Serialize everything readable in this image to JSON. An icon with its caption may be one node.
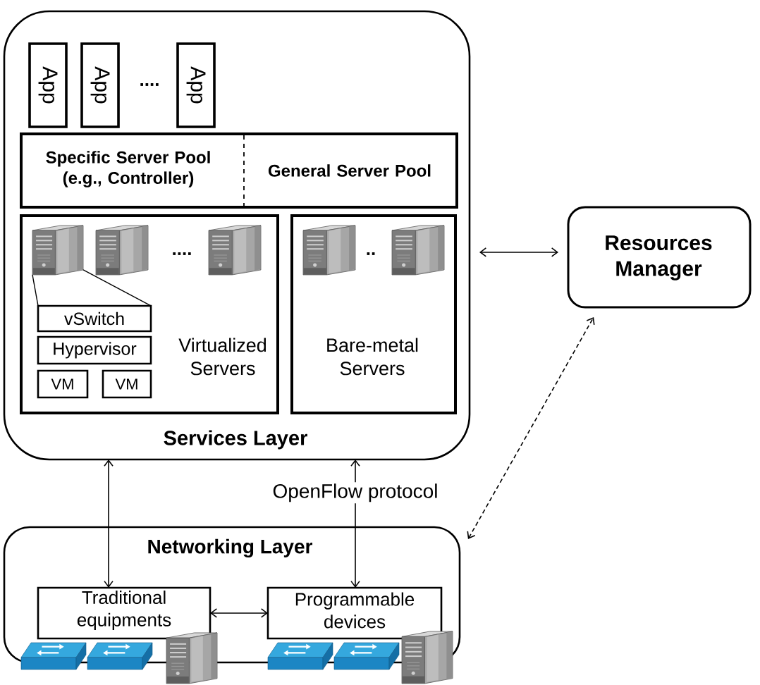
{
  "diagram": {
    "nodes": [
      {
        "text": [
          "Services Layer"
        ]
      },
      {
        "text": [
          "App"
        ],
        "in": 0
      },
      {
        "text": [
          "App"
        ],
        "in": 0
      },
      {
        "text": [
          "App"
        ],
        "in": 0
      },
      {
        "text": [
          "Specific Server Pool (e.g., Controller)",
          "General Server Pool"
        ],
        "in": 0
      },
      {
        "text": [
          "Virtualized Servers"
        ],
        "in": 0
      },
      {
        "text": [],
        "shape": "picture",
        "in": 5
      },
      {
        "text": [
          "vSwitch"
        ],
        "in": 5
      },
      {
        "text": [
          "Hypervisor"
        ],
        "in": 5
      },
      {
        "text": [
          "VM"
        ],
        "in": 5
      },
      {
        "text": [
          "VM"
        ],
        "in": 5
      },
      {
        "text": [
          "Bare-metal Servers"
        ],
        "in": 0
      },
      {
        "text": [
          "Resources Manager"
        ]
      },
      {
        "text": [
          "Networking Layer"
        ]
      },
      {
        "text": [
          "Traditional equipments"
        ],
        "in": 13
      },
      {
        "text": [
          "Programmable devices"
        ],
        "in": 13
      }
    ],
    "edges": [
      {
        "from": 0,
        "to": 12,
        "arrow": "both"
      },
      {
        "from": 13,
        "to": 12,
        "arrow": "both",
        "style": "dashed"
      },
      {
        "from": 0,
        "to": 14,
        "arrow": "both"
      },
      {
        "from": 0,
        "to": 15,
        "arrow": "both",
        "label": "OpenFlow protocol"
      },
      {
        "from": 14,
        "to": 15,
        "arrow": "both"
      },
      {
        "from": 6,
        "to": 7,
        "arrow": "none"
      },
      {
        "from": 6,
        "to": 7,
        "arrow": "none"
      }
    ],
    "labels": [
      "....",
      "....",
      ".."
    ]
  }
}
